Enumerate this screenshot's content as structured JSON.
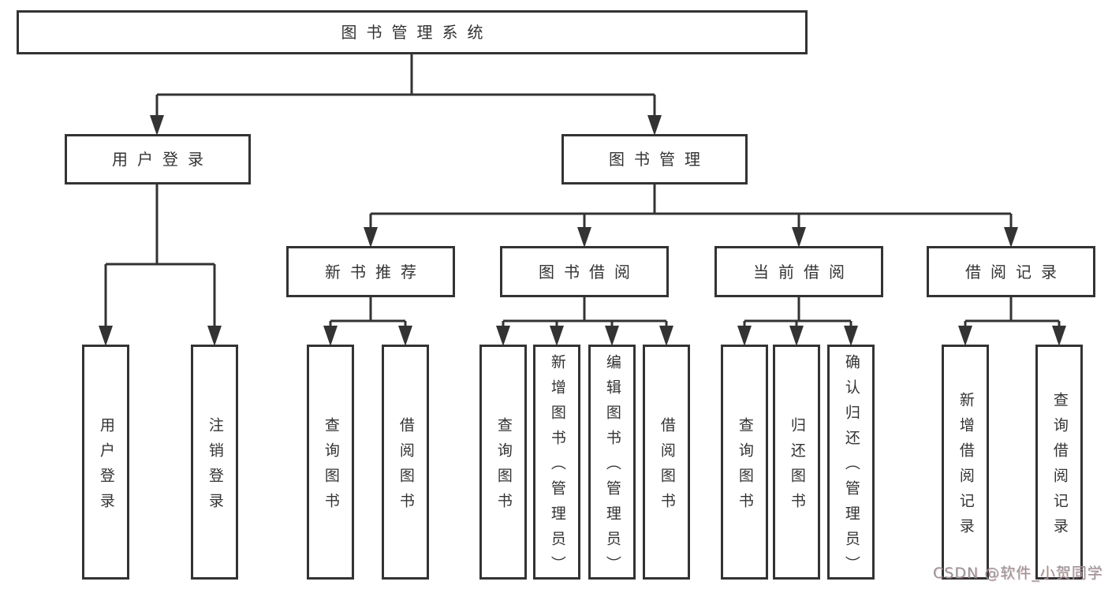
{
  "diagram": {
    "tree": {
      "root": {
        "label": "图书管理系统"
      },
      "children": [
        {
          "label": "用户登录",
          "children": [
            {
              "label": "用户登录"
            },
            {
              "label": "注销登录"
            }
          ]
        },
        {
          "label": "图书管理",
          "children": [
            {
              "label": "新书推荐",
              "children": [
                {
                  "label": "查询图书"
                },
                {
                  "label": "借阅图书"
                }
              ]
            },
            {
              "label": "图书借阅",
              "children": [
                {
                  "label": "查询图书"
                },
                {
                  "label": "新增图书（管理员）"
                },
                {
                  "label": "编辑图书（管理员）"
                },
                {
                  "label": "借阅图书"
                }
              ]
            },
            {
              "label": "当前借阅",
              "children": [
                {
                  "label": "查询图书"
                },
                {
                  "label": "归还图书"
                },
                {
                  "label": "确认归还（管理员）"
                }
              ]
            },
            {
              "label": "借阅记录",
              "children": [
                {
                  "label": "新增借阅记录"
                },
                {
                  "label": "查询借阅记录"
                }
              ]
            }
          ]
        }
      ]
    },
    "colors": {
      "line": "#333333",
      "box_border": "#333333",
      "box_fill": "#ffffff",
      "text": "#333333",
      "background": "#ffffff",
      "watermark": "#95959b"
    }
  },
  "watermark": {
    "text": "CSDN @软件_小贺同学"
  }
}
